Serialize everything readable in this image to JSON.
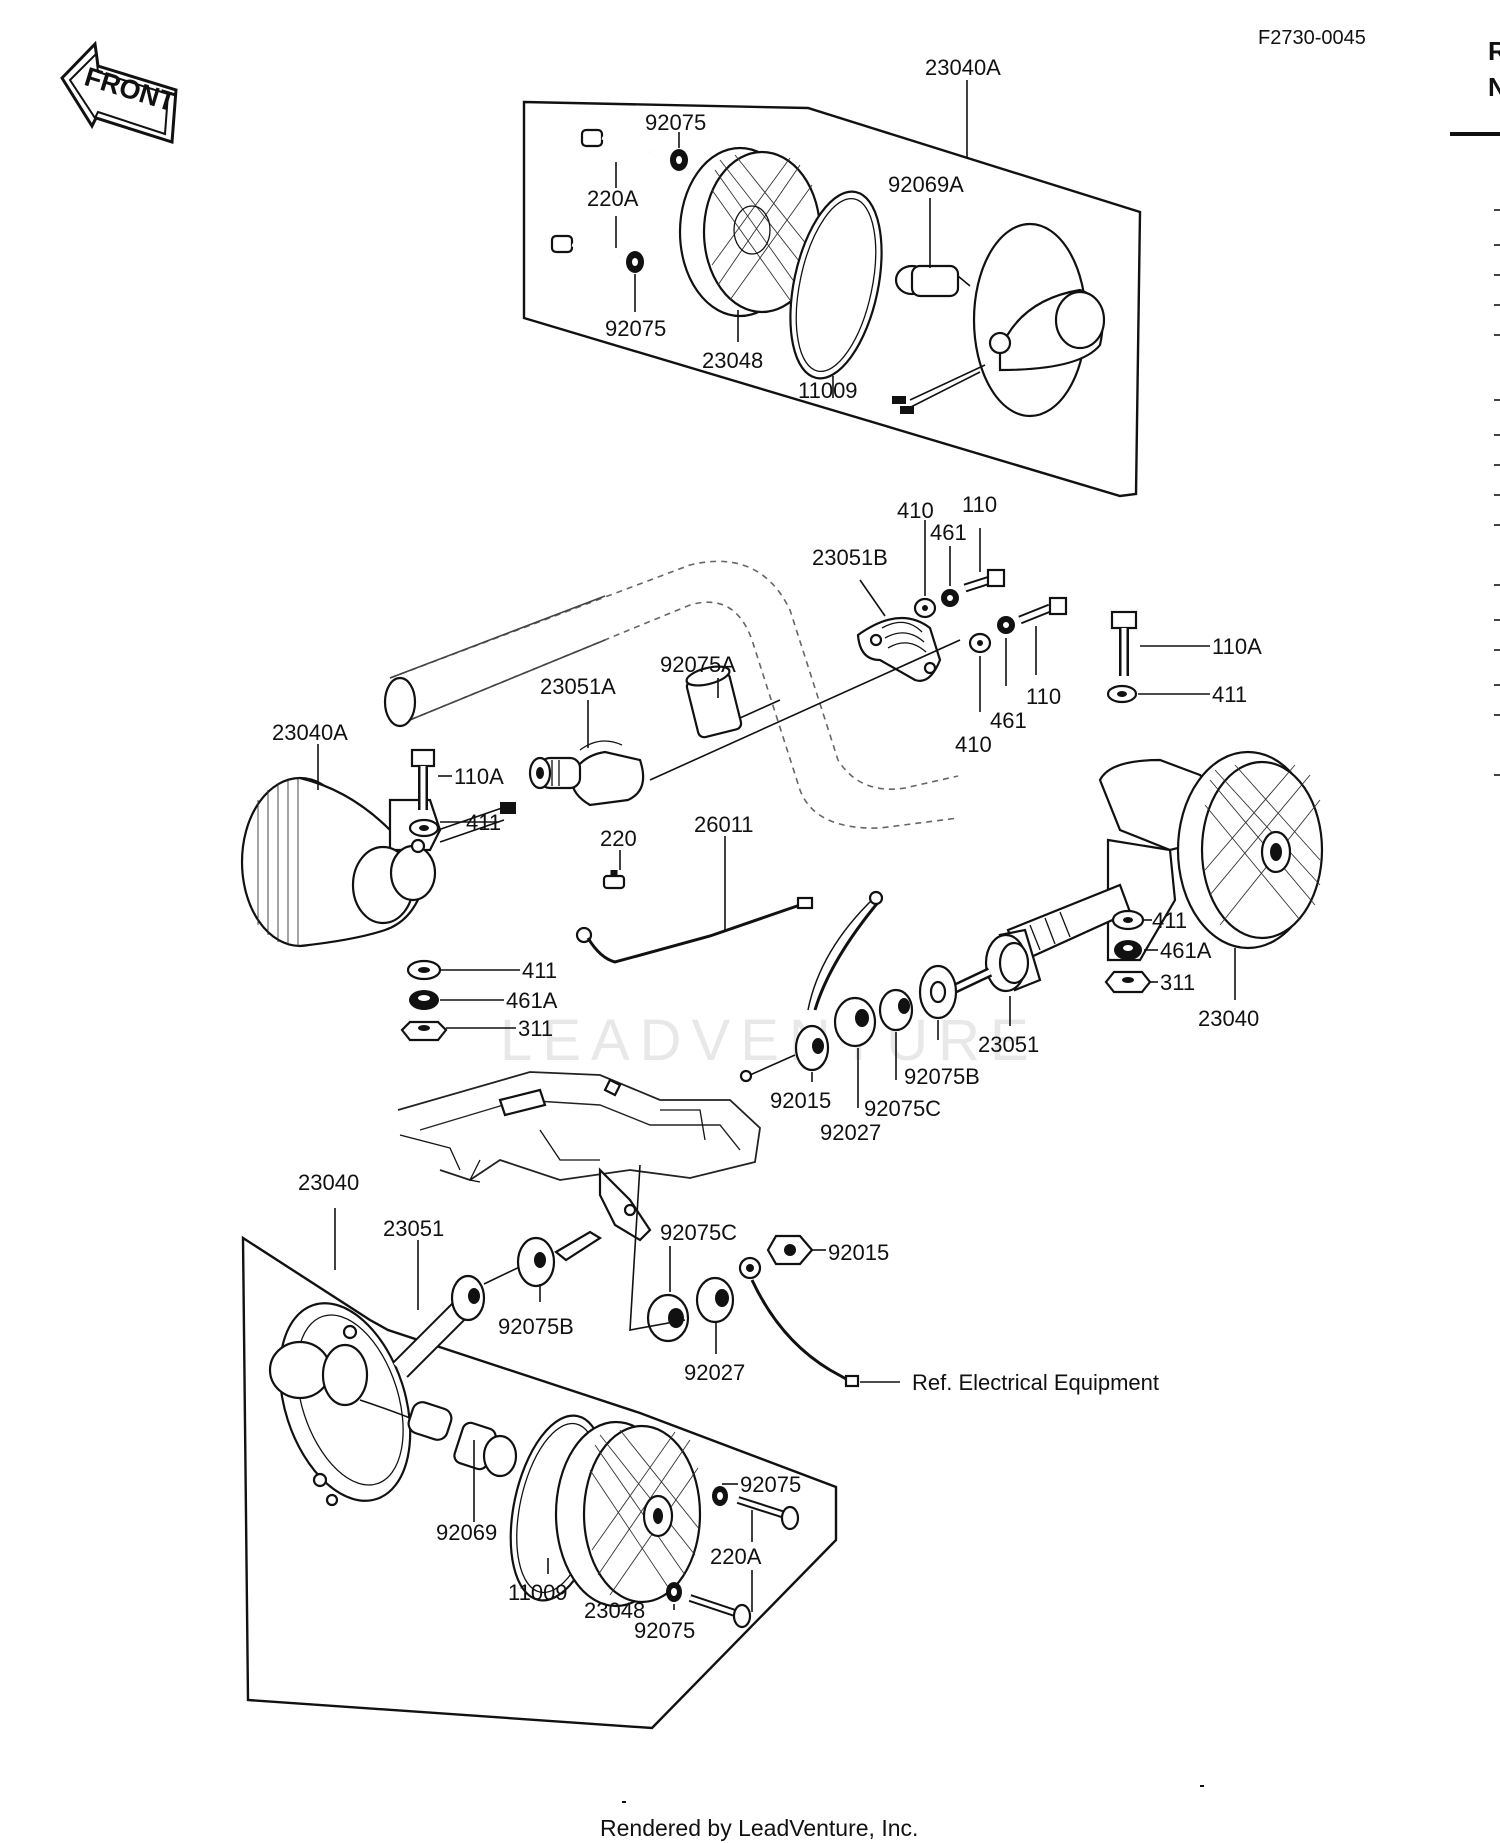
{
  "header": {
    "figure_code": "F2730-0045",
    "front_badge": "FRONT"
  },
  "right_edge_fragment": {
    "line1": "R",
    "line2": "N"
  },
  "watermark": "LEADVENTURE",
  "footer": "Rendered by LeadVenture, Inc.",
  "labels": {
    "top_23040A": "23040A",
    "top_92075_a": "92075",
    "top_220A": "220A",
    "top_92069A": "92069A",
    "top_92075_b": "92075",
    "top_23048": "23048",
    "top_11009": "11009",
    "p410_a": "410",
    "p461_a": "461",
    "p110_a": "110",
    "p23051B": "23051B",
    "p110A_r": "110A",
    "p411_r": "411",
    "p92075A": "92075A",
    "p23051A": "23051A",
    "p110_b": "110",
    "p461_b": "461",
    "p410_b": "410",
    "left_23040A": "23040A",
    "left_110A": "110A",
    "left_411": "411",
    "p220": "220",
    "p26011": "26011",
    "left_411_b": "411",
    "left_461A": "461A",
    "left_311": "311",
    "right_411": "411",
    "right_461A": "461A",
    "right_311": "311",
    "right_23040": "23040",
    "mid_23051": "23051",
    "mid_92075B": "92075B",
    "mid_92015": "92015",
    "mid_92075C": "92075C",
    "mid_92027": "92027",
    "bot_23040": "23040",
    "bot_23051": "23051",
    "bot_92075B": "92075B",
    "bot_92075C": "92075C",
    "bot_92015": "92015",
    "bot_92027": "92027",
    "ref_note": "Ref.  Electrical Equipment",
    "bot_92075_a": "92075",
    "bot_220A": "220A",
    "bot_92069": "92069",
    "bot_11009": "11009",
    "bot_23048": "23048",
    "bot_92075_b": "92075"
  }
}
